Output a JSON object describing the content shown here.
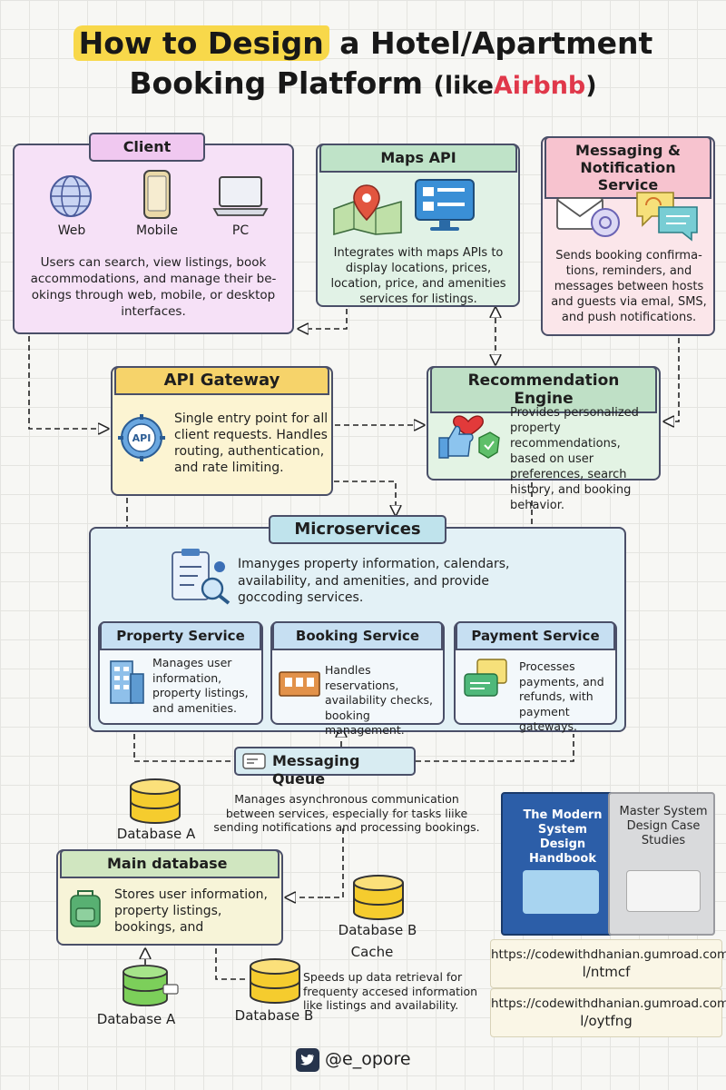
{
  "title": {
    "highlight": "How to Design",
    "line1_rest": "a Hotel/Apartment",
    "line2_main": "Booking Platform",
    "line2_open": "(like",
    "brand": "Airbnb",
    "line2_close": ")"
  },
  "client": {
    "label": "Client",
    "devices": [
      "Web",
      "Mobile",
      "PC"
    ],
    "description": "Users can search, view listings, book accommodations, and manage their be-okings through web, mobile, or desktop interfaces."
  },
  "maps": {
    "label": "Maps API",
    "description": "Integrates with maps APIs to display locations, prices, location, price, and amenities services for listings."
  },
  "messaging": {
    "label": "Messaging & Notification Service",
    "description": "Sends booking confirma-tions, reminders, and messages between hosts and guests via emal, SMS, and push notifications."
  },
  "gateway": {
    "label": "API Gateway",
    "icon_text": "API",
    "description": "Single entry point for all client requests. Handles routing, authentication, and rate limiting."
  },
  "recommendation": {
    "label": "Recommendation Engine",
    "description": "Provides personalized property recommendations, based on user preferences, search history, and booking behavior."
  },
  "microservices": {
    "label": "Microservices",
    "description": "Imanyges property information, calendars, availability, and amenities, and provide goccoding services.",
    "services": [
      {
        "label": "Property Service",
        "description": "Manages user information, property listings, and amenities."
      },
      {
        "label": "Booking Service",
        "description": "Handles reservations, availability checks, booking management."
      },
      {
        "label": "Payment Service",
        "description": "Processes payments, and refunds, with payment gateways."
      }
    ]
  },
  "queue": {
    "label": "Messaging Queue",
    "description": "Manages asynchronous communication between services, especially for tasks liike sending notifications and processing bookings."
  },
  "main_db": {
    "label": "Main database",
    "description": "Stores user information, property listings, bookings, and"
  },
  "db_labels": {
    "top_a": "Database A",
    "mid_b": "Database B",
    "bottom_a": "Database A",
    "bottom_b": "Database B"
  },
  "cache": {
    "label": "Cache",
    "description": "Speeds up data retrieval for frequenty accesed information like listings and availability."
  },
  "books": [
    {
      "title": "The Modern System Design Handbook",
      "color": "#2c5ea8"
    },
    {
      "title": "Master System Design Case Studies",
      "color": "#d9dadc"
    }
  ],
  "links": [
    "https://codewithdhanian.gumroad.com.l/ntmcf",
    "https://codewithdhanian.gumroad.com.l/oytfng"
  ],
  "link_lines": [
    [
      "https://codewithdhanian.gumroad.com.",
      "l/ntmcf"
    ],
    [
      "https://codewithdhanian.gumroad.com.",
      "l/oytfng"
    ]
  ],
  "footer": {
    "handle": "@e_opore",
    "icon": "twitter-icon"
  }
}
